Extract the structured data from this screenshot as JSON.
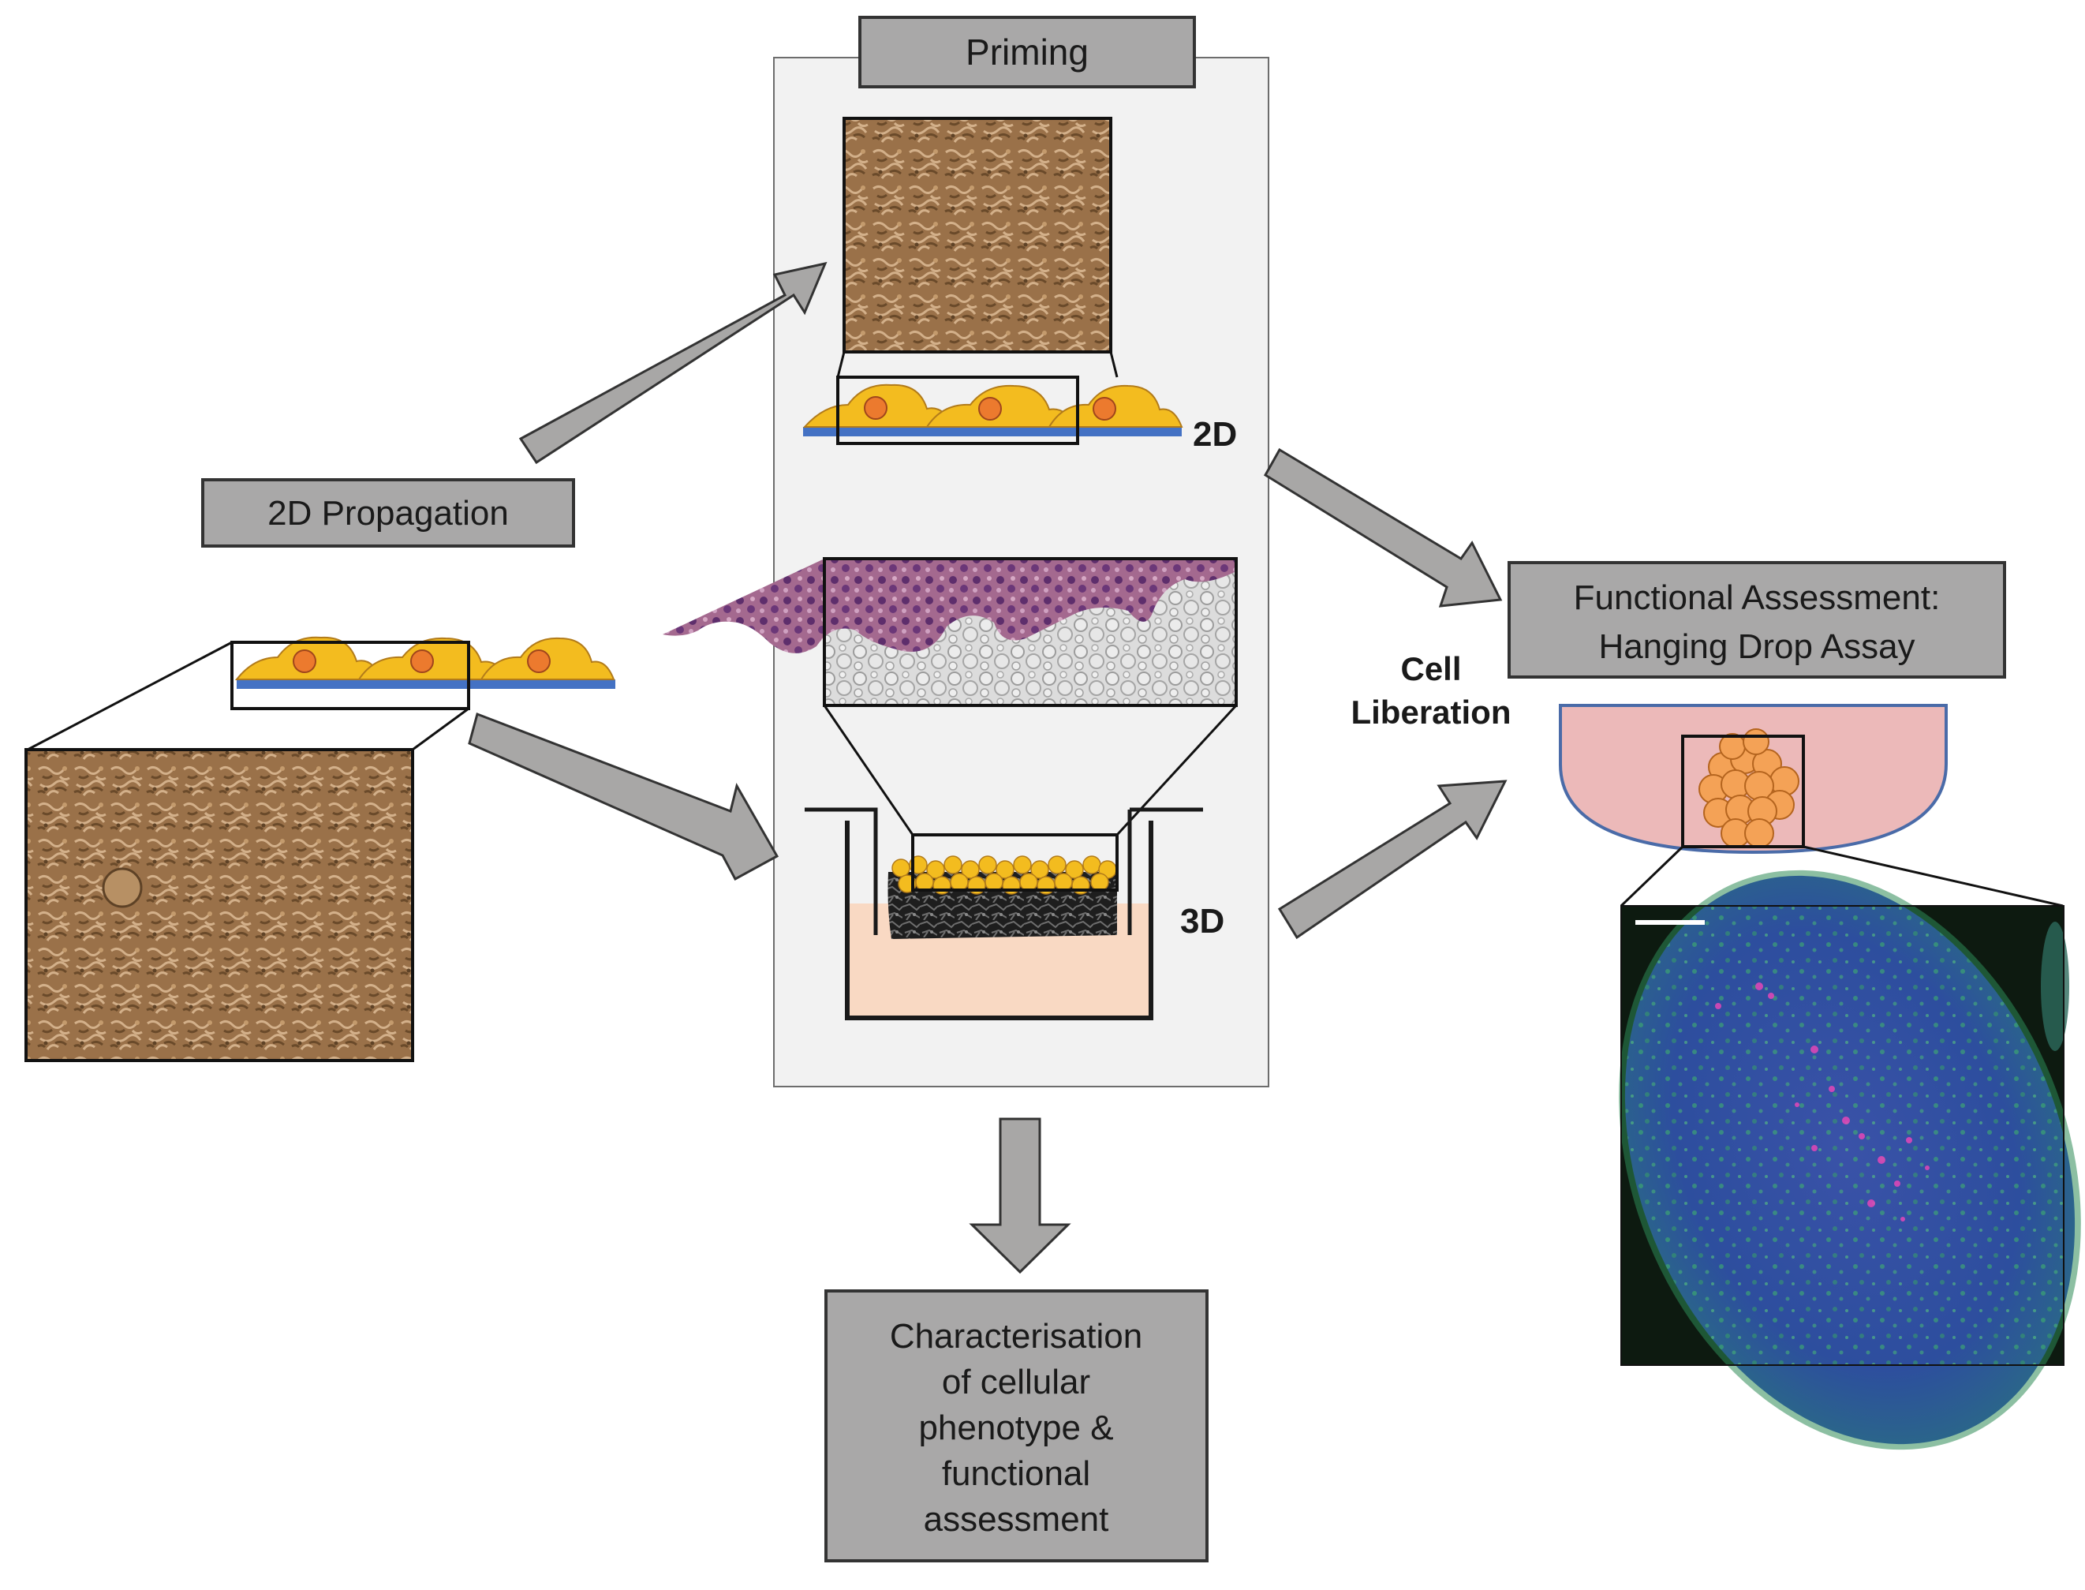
{
  "labels": {
    "priming": "Priming",
    "propagation": "2D Propagation",
    "twoD": "2D",
    "threeD": "3D",
    "cell_liberation": [
      "Cell",
      "Liberation"
    ],
    "functional": [
      "Functional Assessment:",
      "Hanging Drop Assay"
    ],
    "characterisation": [
      "Characterisation",
      "of cellular",
      "phenotype &",
      "functional",
      "assessment"
    ]
  },
  "colors": {
    "label_box_fill": "#a9a8a8",
    "arrow_fill": "#a8a7a6",
    "panel_fill": "#f2f2f2",
    "cell_body": "#f3bc1f",
    "cell_nucleus": "#ec7a2e",
    "substrate": "#4472c4",
    "medium": "#f9d9c3",
    "drop": "#ecb9b9",
    "spheroid": "#f4a256",
    "scaffold": "#1c1c1c",
    "micrograph": "#9a7149"
  },
  "icons": {
    "micrograph": "brightfield-micrograph",
    "histology": "he-stained-section",
    "fluorescence": "spheroid-fluorescence-image"
  }
}
